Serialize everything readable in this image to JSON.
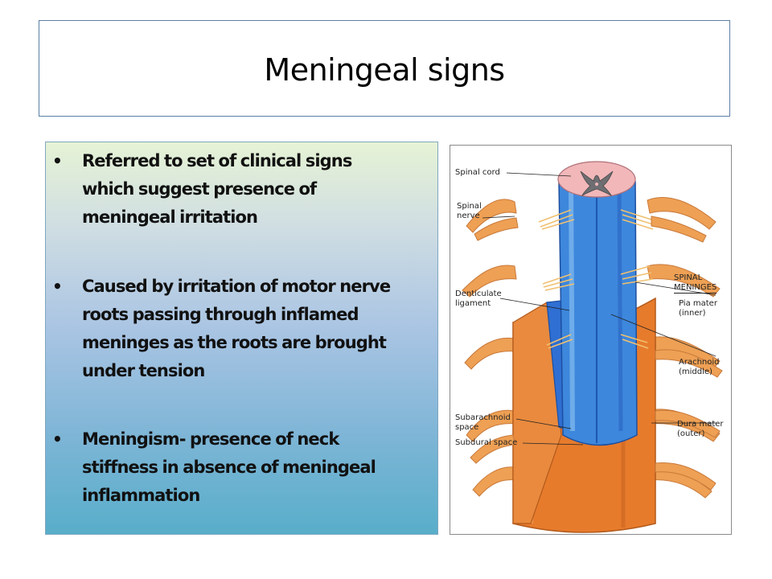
{
  "slide": {
    "title": "Meningeal signs",
    "bullets": [
      {
        "lines": [
          "Referred to set of clinical signs",
          "which  suggest presence of",
          "meningeal irritation"
        ]
      },
      {
        "lines": [
          "Caused by irritation of motor nerve",
          "roots passing through inflamed",
          "meninges as the roots are brought",
          "under tension"
        ]
      },
      {
        "lines": [
          "Meningism- presence of neck",
          "stiffness in absence of meningeal",
          "inflammation"
        ]
      }
    ],
    "bullet_symbol": "•"
  },
  "figure": {
    "labels": {
      "spinal_cord": "Spinal cord",
      "spinal_nerve_1": "Spinal",
      "spinal_nerve_2": "nerve",
      "denticulate_1": "Denticulate",
      "denticulate_2": "ligament",
      "spinal_meninges_1": "SPINAL",
      "spinal_meninges_2": "MENINGES",
      "pia_1": "Pia mater",
      "pia_2": "(inner)",
      "arachnoid_1": "Arachnoid",
      "arachnoid_2": "(middle)",
      "subarachnoid_1": "Subarachnoid",
      "subarachnoid_2": "space",
      "subdural": "Subdural space",
      "dura_1": "Dura mater",
      "dura_2": "(outer)"
    },
    "colors": {
      "dura": "#e77b2c",
      "arachnoid": "#2f6fd3",
      "pia": "#4d95e0",
      "nerve": "#eea054",
      "cord_top": "#f1b7b9"
    }
  }
}
